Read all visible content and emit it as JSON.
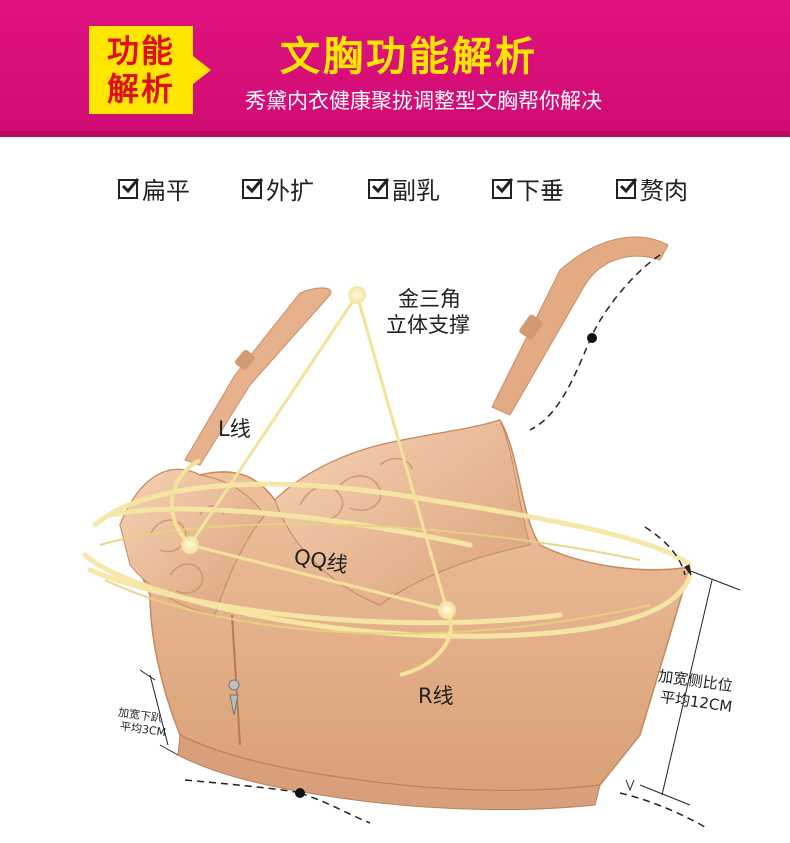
{
  "header": {
    "badge_line1": "功能",
    "badge_line2": "解析",
    "title": "文胸功能解析",
    "subtitle": "秀黛内衣健康聚拢调整型文胸帮你解决"
  },
  "features": [
    "扁平",
    "外扩",
    "副乳",
    "下垂",
    "赘肉"
  ],
  "annotations": {
    "triangle_line1": "金三角",
    "triangle_line2": "立体支撑",
    "l_line": "L线",
    "qq_line": "QQ线",
    "r_line": "R线",
    "side_line1": "加宽侧比位",
    "side_line2": "平均12CM",
    "bottom_line1": "加宽下趴",
    "bottom_line2": "平均3CM"
  },
  "colors": {
    "banner": "#d10c74",
    "badge_bg": "#ffe600",
    "badge_text": "#e00f1e",
    "fabric": "#e9b58f",
    "fabric_shadow": "#c98d66",
    "glow_line": "#f3e39a"
  }
}
